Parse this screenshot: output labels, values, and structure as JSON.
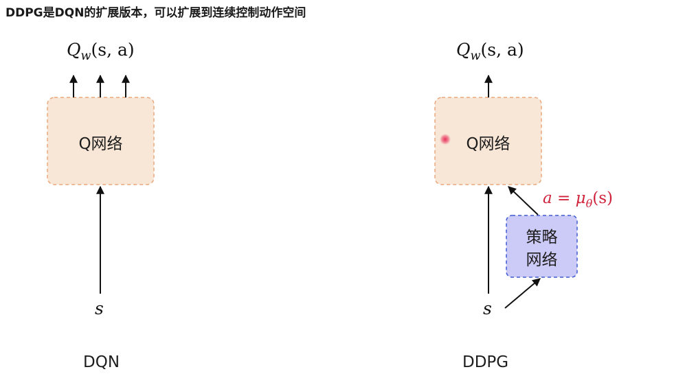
{
  "heading": "DDPG是DQN的扩展版本，可以扩展到连续控制动作空间",
  "dqn": {
    "output_label": "Q",
    "output_sub": "w",
    "output_args": "(s, a)",
    "box_label": "Q网络",
    "input_label": "s",
    "caption": "DQN"
  },
  "ddpg": {
    "output_label": "Q",
    "output_sub": "w",
    "output_args": "(s, a)",
    "q_box_label": "Q网络",
    "policy_box_label_line1": "策略",
    "policy_box_label_line2": "网络",
    "policy_eq_left": "a = μ",
    "policy_eq_sub": "θ",
    "policy_eq_args": "(s)",
    "input_label": "s",
    "caption": "DDPG"
  },
  "colors": {
    "q_box_fill": "#f8e6d6",
    "q_box_border": "#e7a77b",
    "policy_box_fill": "#cccaf6",
    "policy_box_border": "#3f5bd1",
    "equation": "#d0213a",
    "pointer_dot": "#e8305a"
  }
}
